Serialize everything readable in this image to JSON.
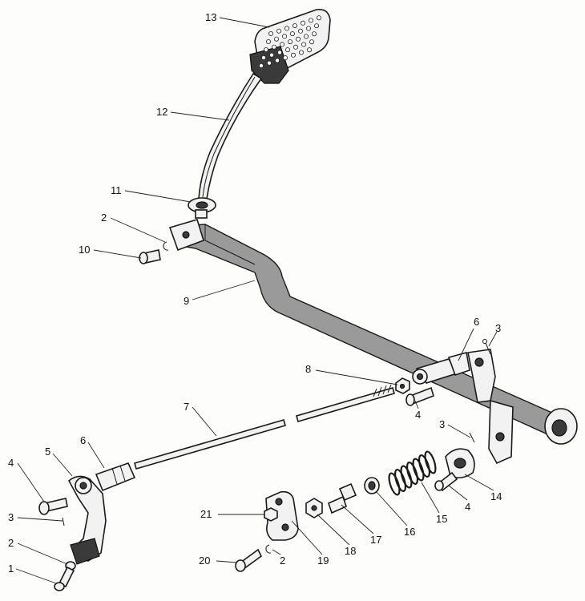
{
  "diagram": {
    "callouts": [
      {
        "id": "c13",
        "text": "13"
      },
      {
        "id": "c12",
        "text": "12"
      },
      {
        "id": "c11",
        "text": "11"
      },
      {
        "id": "c2a",
        "text": "2"
      },
      {
        "id": "c10",
        "text": "10"
      },
      {
        "id": "c9",
        "text": "9"
      },
      {
        "id": "c6a",
        "text": "6"
      },
      {
        "id": "c3a",
        "text": "3"
      },
      {
        "id": "c8",
        "text": "8"
      },
      {
        "id": "c4a",
        "text": "4"
      },
      {
        "id": "c7",
        "text": "7"
      },
      {
        "id": "c6b",
        "text": "6"
      },
      {
        "id": "c3b",
        "text": "3"
      },
      {
        "id": "c4b",
        "text": "4"
      },
      {
        "id": "c5",
        "text": "5"
      },
      {
        "id": "c3c",
        "text": "3"
      },
      {
        "id": "c2b",
        "text": "2"
      },
      {
        "id": "c1",
        "text": "1"
      },
      {
        "id": "c21",
        "text": "21"
      },
      {
        "id": "c20",
        "text": "20"
      },
      {
        "id": "c2c",
        "text": "2"
      },
      {
        "id": "c19",
        "text": "19"
      },
      {
        "id": "c18",
        "text": "18"
      },
      {
        "id": "c17",
        "text": "17"
      },
      {
        "id": "c16",
        "text": "16"
      },
      {
        "id": "c15",
        "text": "15"
      },
      {
        "id": "c4c",
        "text": "4"
      },
      {
        "id": "c14",
        "text": "14"
      }
    ]
  }
}
